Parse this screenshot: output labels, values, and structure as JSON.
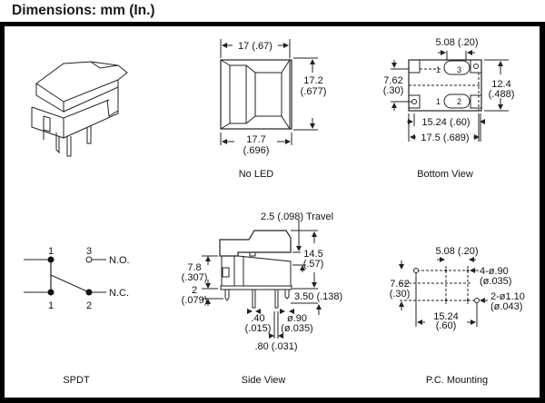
{
  "header": {
    "title": "Dimensions: mm (In.)"
  },
  "views": {
    "isometric": {
      "icon": "switch-isometric-icon"
    },
    "no_led": {
      "caption": "No LED",
      "width_top": "17 (.67)",
      "height_mm": "17.2",
      "height_in": "(.677)",
      "width_bottom_mm": "17.7",
      "width_bottom_in": "(.696)"
    },
    "bottom_view": {
      "caption": "Bottom View",
      "pitch": "5.08 (.20)",
      "row_spacing_mm": "7.62",
      "row_spacing_in": "(.30)",
      "height_mm": "12.4",
      "height_in": "(.488)",
      "pin_span": "15.24 (.60)",
      "overall_width": "17.5 (.689)",
      "pin_labels": [
        "1",
        "3",
        "1",
        "2"
      ]
    },
    "spdt": {
      "caption": "SPDT",
      "pin_top_left": "1",
      "pin_top_right": "3",
      "pin_bottom_left": "1",
      "pin_bottom_right": "2",
      "no_label": "N.O.",
      "nc_label": "N.C."
    },
    "side_view": {
      "caption": "Side View",
      "travel": "2.5 (.098) Travel",
      "height_mm": "14.5",
      "height_in": "(.57)",
      "body_mm": "7.8",
      "body_in": "(.307)",
      "standoff_mm": "2",
      "standoff_in": "(.079)",
      "pin_length": "3.50 (.138)",
      "pin_thk_mm": ".40",
      "pin_thk_in": "(.015)",
      "pin_dia_mm": "ø.90",
      "pin_dia_in": "(ø.035)",
      "pin_width": ".80 (.031)"
    },
    "pc_mounting": {
      "caption": "P.C. Mounting",
      "pitch": "5.08 (.20)",
      "row_spacing_mm": "7.62",
      "row_spacing_in": "(.30)",
      "span_mm": "15.24",
      "span_in": "(.60)",
      "holes_small_mm": "4-ø.90",
      "holes_small_in": "(ø.035)",
      "holes_large_mm": "2-ø1.10",
      "holes_large_in": "(ø.043)"
    }
  }
}
